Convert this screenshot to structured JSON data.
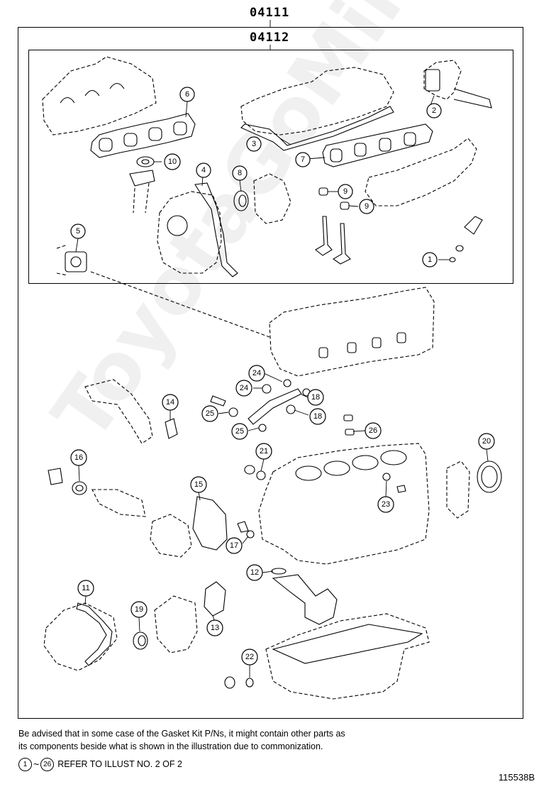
{
  "kit_codes": {
    "outer": "04111",
    "inner": "04112"
  },
  "callouts": [
    "1",
    "2",
    "3",
    "4",
    "5",
    "6",
    "7",
    "8",
    "9",
    "9",
    "10",
    "11",
    "12",
    "13",
    "14",
    "15",
    "16",
    "17",
    "18",
    "18",
    "19",
    "20",
    "21",
    "22",
    "23",
    "24",
    "24",
    "25",
    "25",
    "26"
  ],
  "notes": {
    "line1": "Be advised that in some case of the Gasket Kit P/Ns,  it might contain other parts as",
    "line2": "its components beside what is shown in the illustration due to commonization."
  },
  "reference": {
    "from": "1",
    "to": "26",
    "tilde": "~",
    "text": "REFER TO ILLUST NO. 2 OF 2"
  },
  "illustration_id": "115538B",
  "watermark": "ToyotaGoMine.ru"
}
